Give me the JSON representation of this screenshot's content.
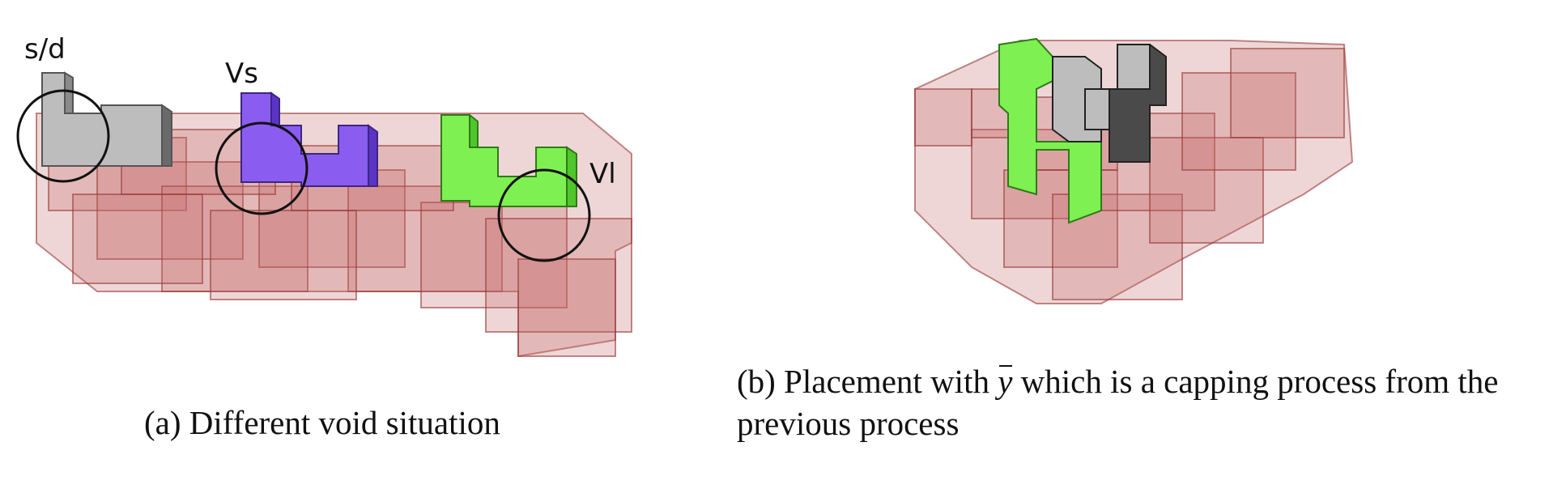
{
  "figure": {
    "panel_a": {
      "labels": {
        "sd": "s/d",
        "vs": "Vs",
        "vl": "Vl"
      },
      "caption": "(a) Different void situation"
    },
    "panel_b": {
      "caption_prefix": "(b) Placement with ",
      "caption_symbol": "y",
      "caption_suffix_line1": " which is a capping process from the",
      "caption_line2": "previous process"
    },
    "colors": {
      "translucent_block": "#c46a6a",
      "gray_piece": "#bdbdbd",
      "dark_piece": "#4a4a4a",
      "purple_piece": "#8a5cf0",
      "green_piece": "#7ef052"
    }
  }
}
